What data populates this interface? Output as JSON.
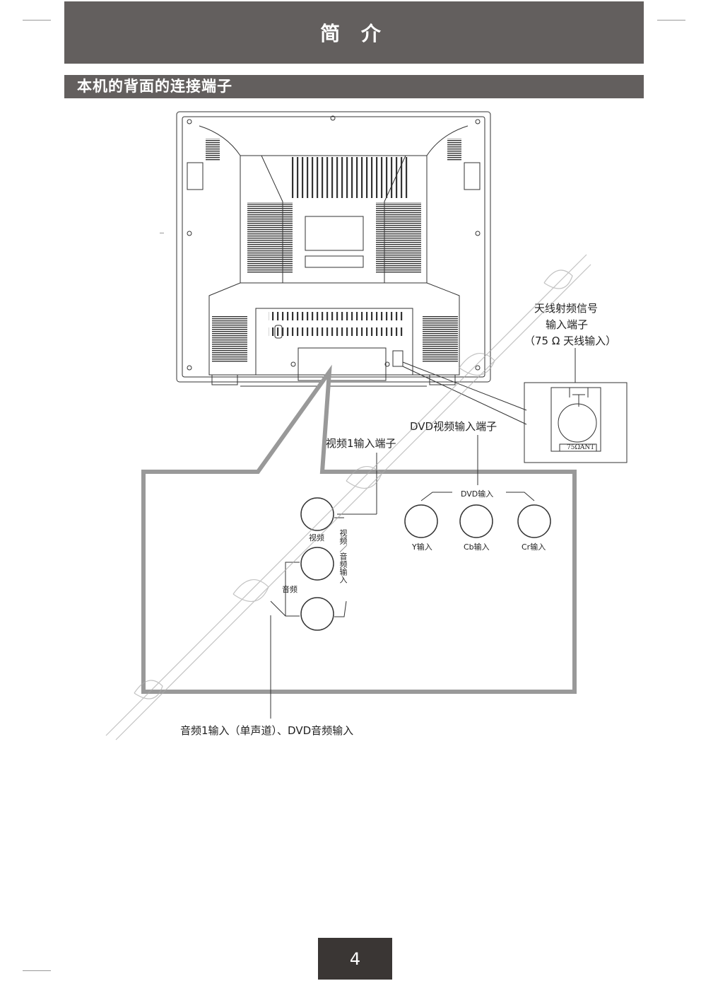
{
  "header": {
    "title": "简 介"
  },
  "section": {
    "heading": "本机的背面的连接端子"
  },
  "callouts": {
    "antenna_line1": "天线射频信号",
    "antenna_line2": "输入端子",
    "antenna_line3": "（75 Ω 天线输入）",
    "antenna_jack": "75ΩANT",
    "dvd_video_input": "DVD视频输入端子",
    "video1_input": "视频1输入端子",
    "audio1_input": "音频1输入（单声道）、DVD音频输入"
  },
  "panel": {
    "video_label": "视频",
    "audio_label": "音频",
    "av_input_vertical": "视频／音频输入",
    "dvd_input_label": "DVD输入",
    "y_input": "Y输入",
    "cb_input": "Cb输入",
    "cr_input": "Cr输入"
  },
  "page_number": "4"
}
